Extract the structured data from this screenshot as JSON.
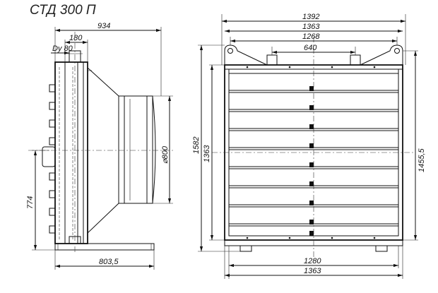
{
  "title": "СТД 300 П",
  "side_view": {
    "dim_width_total": "934",
    "dim_flange_width": "180",
    "dim_duct": "Dy 80",
    "dim_height_774": "774",
    "dim_diameter": "⌀800",
    "dim_base_width": "803,5"
  },
  "front_view": {
    "dim_top_1392": "1392",
    "dim_top_1363": "1363",
    "dim_top_1268": "1268",
    "dim_top_640": "640",
    "dim_left_1582": "1582",
    "dim_left_1363": "1363",
    "dim_right_1455": "1455,5",
    "dim_bottom_1280": "1280",
    "dim_bottom_1363": "1363"
  }
}
